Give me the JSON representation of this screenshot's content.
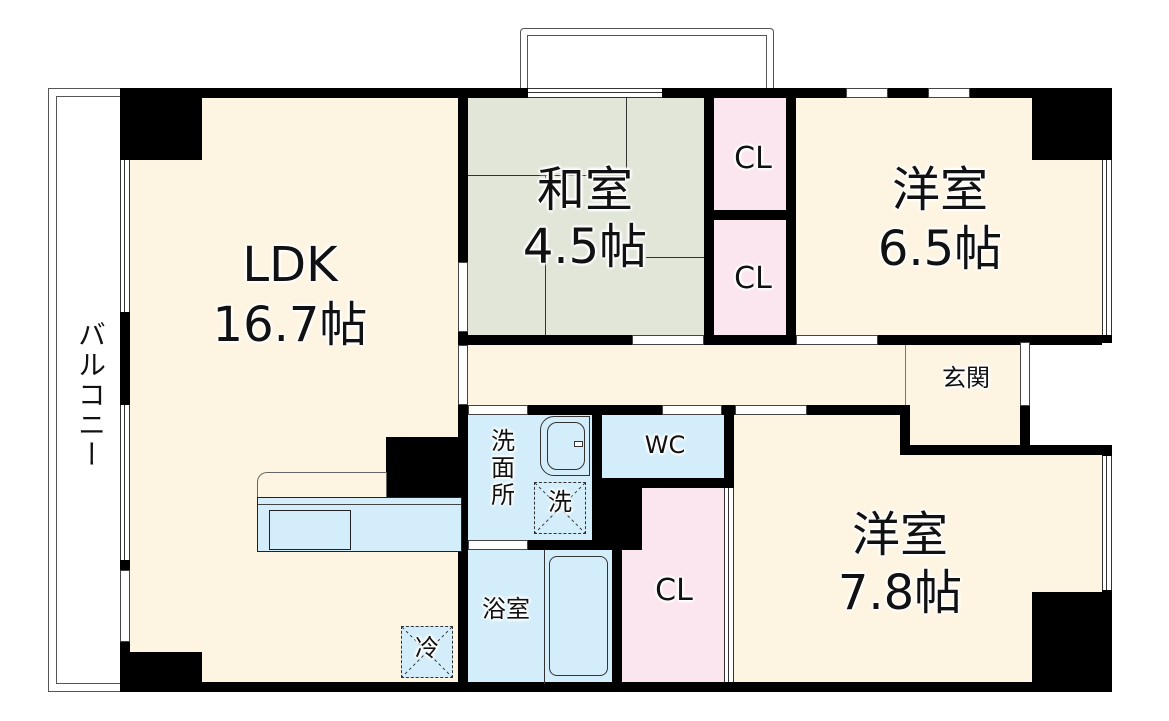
{
  "floorplan": {
    "rooms": {
      "ldk": {
        "name": "LDK",
        "size": "16.7帖"
      },
      "washitsu": {
        "name": "和室",
        "size": "4.5帖"
      },
      "closet_top": {
        "name": "CL"
      },
      "closet_mid": {
        "name": "CL"
      },
      "youshitsu_ne": {
        "name": "洋室",
        "size": "6.5帖"
      },
      "genkan": {
        "name": "玄関"
      },
      "senmenjo": {
        "name": "洗\n面\n所"
      },
      "washer": {
        "name": "洗"
      },
      "wc": {
        "name": "WC"
      },
      "bath": {
        "name": "浴室"
      },
      "closet_bottom": {
        "name": "CL"
      },
      "youshitsu_se": {
        "name": "洋室",
        "size": "7.8帖"
      },
      "fridge": {
        "name": "冷"
      }
    },
    "balcony": {
      "label": "バルコニー"
    },
    "colors": {
      "wall": "#000000",
      "living": "#fdf5e2",
      "tatami": "#e1e6d9",
      "closet": "#fbe5ef",
      "wet_area": "#d3eefa"
    }
  }
}
